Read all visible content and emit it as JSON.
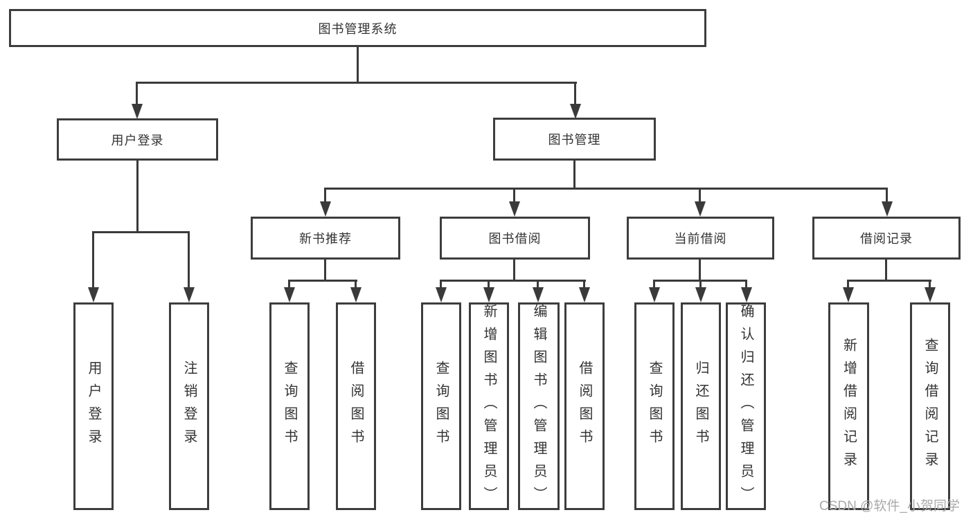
{
  "colors": {
    "background": "#ffffff",
    "line": "#3a3a3a",
    "box_border": "#3d3d3d",
    "text": "#333333",
    "watermark": "#aaaaaa"
  },
  "watermark": "CSDN @软件_小贺同学",
  "tree": {
    "root": {
      "label": "图书管理系统"
    },
    "branches": [
      {
        "label": "用户登录",
        "children": [
          {
            "label": "用户登录"
          },
          {
            "label": "注销登录"
          }
        ]
      },
      {
        "label": "图书管理",
        "children": [
          {
            "label": "新书推荐",
            "children": [
              {
                "label": "查询图书"
              },
              {
                "label": "借阅图书"
              }
            ]
          },
          {
            "label": "图书借阅",
            "children": [
              {
                "label": "查询图书"
              },
              {
                "label": "新增图书（管理员）"
              },
              {
                "label": "编辑图书（管理员）"
              },
              {
                "label": "借阅图书"
              }
            ]
          },
          {
            "label": "当前借阅",
            "children": [
              {
                "label": "查询图书"
              },
              {
                "label": "归还图书"
              },
              {
                "label": "确认归还（管理员）"
              }
            ]
          },
          {
            "label": "借阅记录",
            "children": [
              {
                "label": "新增借阅记录"
              },
              {
                "label": "查询借阅记录"
              }
            ]
          }
        ]
      }
    ]
  }
}
